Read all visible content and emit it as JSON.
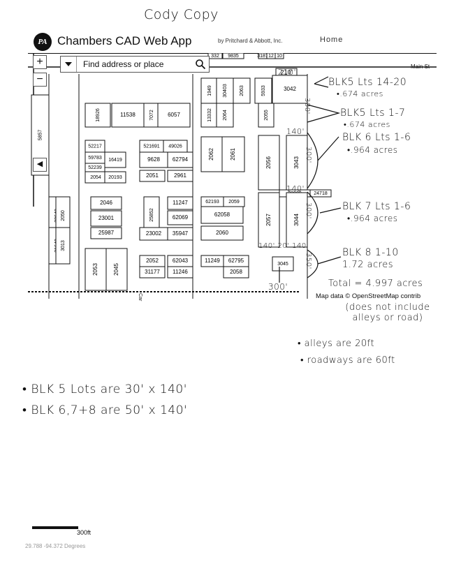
{
  "handwritten_title": "Cody Copy",
  "app": {
    "logo_text": "PA",
    "title": "Chambers CAD Web App",
    "byline": "by Pritchard & Abbott, Inc.",
    "home_label": "Home"
  },
  "map_controls": {
    "zoom_in": "+",
    "zoom_out": "−",
    "search_placeholder": "Find address or place",
    "street_label": "Main St",
    "cross_street_label": "Car"
  },
  "parcels": [
    "332",
    "9835",
    "3187",
    "12",
    "10",
    "210'",
    "3042",
    "1949",
    "30403",
    "2063",
    "5933",
    "18926",
    "11538",
    "7072",
    "6057",
    "13332",
    "2064",
    "2055",
    "5857",
    "52217",
    "521691",
    "49026",
    "59783",
    "16419",
    "9628",
    "62794",
    "2062",
    "2061",
    "2056",
    "3043",
    "52239",
    "2054",
    "20193",
    "2051",
    "2961",
    "28009",
    "24718",
    "23648",
    "2050",
    "2046",
    "25852",
    "11247",
    "62193",
    "2059",
    "23001",
    "62069",
    "62058",
    "2057",
    "3044",
    "21640",
    "3013",
    "25987",
    "23002",
    "35947",
    "2060",
    "2053",
    "2045",
    "2052",
    "62043",
    "11249",
    "62795",
    "3045",
    "31177",
    "11246",
    "2058"
  ],
  "map_attribution": "Map data © OpenStreetMap contrib",
  "annotations": {
    "blk5_14_20": "BLK5 Lts 14-20",
    "blk5_14_20_acres": "•.674 acres",
    "blk5_1_7": "BLK5 Lts 1-7",
    "blk5_1_7_acres": "•.674 acres",
    "blk6": "BLK 6 Lts 1-6",
    "blk6_acres": "•.964 acres",
    "blk7": "BLK 7 Lts 1-6",
    "blk7_acres": "•.964 acres",
    "blk8": "BLK 8 1-10",
    "blk8_acres": "1.72 acres",
    "total": "Total = 4.997 acres",
    "note": "(does not include alleys or road)",
    "alleys": "• alleys are 20ft",
    "roadways": "• roadways are 60ft",
    "lots5": "• BLK 5 Lots are 30' x 140'",
    "lots678": "• BLK 6,7+8 are 50' x 140'",
    "dims": [
      "210'",
      "140'",
      "140'",
      "300'",
      "300'",
      "300'",
      "350'",
      "140' 20' 140'",
      "300'"
    ]
  },
  "scale": "300ft",
  "coordinates": "29.788 -94.372 Degrees"
}
